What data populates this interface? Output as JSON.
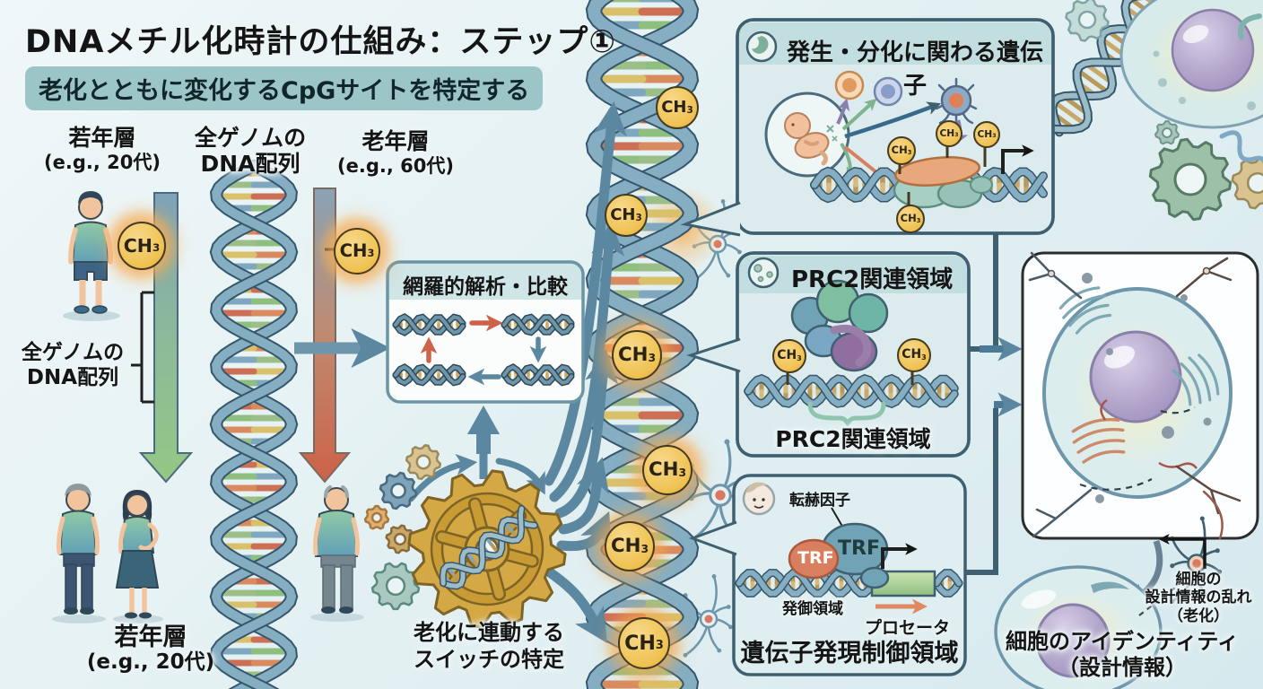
{
  "diagram": {
    "title": "DNAメチル化時計の仕組み：ステップ①",
    "subtitle": "老化とともに変化するCpGサイトを特定する",
    "methyl": {
      "base": "CH",
      "sub": "3"
    },
    "columns": {
      "young": {
        "label": "若年層",
        "example": "(e.g., 20代)"
      },
      "genome": {
        "line1": "全ゲノムの",
        "line2": "DNA配列"
      },
      "old": {
        "label": "老年層",
        "example": "(e.g., 60代)"
      }
    },
    "genome_bracket": {
      "line1": "全ゲノムの",
      "line2": "DNA配列"
    },
    "bottom_young": {
      "label": "若年層",
      "example": "(e.g., 20代)"
    },
    "analysis_box": {
      "title": "網羅的解析・比較"
    },
    "gear_caption": {
      "line1": "老化に連動する",
      "line2": "スイッチの特定"
    },
    "panel_development": {
      "title": "発生・分化に関わる遺伝子",
      "icon": "embryo-icon"
    },
    "panel_prc2": {
      "title": "PRC2関連領域",
      "region_label": "PRC2関連領域",
      "icon": "cell-cluster-icon"
    },
    "panel_regulatory": {
      "tf_label": "転赫因子",
      "trf1": "TRF",
      "trf2": "TRF",
      "region_label": "発御領域",
      "promoter_label": "プロセータ",
      "title": "遺伝子発現制御領域",
      "icon": "face-icon"
    },
    "cell_identity": {
      "line1": "細胞のアイデンティティ",
      "line2": "（設計情報）"
    },
    "cell_disorder": {
      "line1": "細胞の",
      "line2": "設計情報の乱れ",
      "line3": "（老化）"
    },
    "colors": {
      "accent_blue": "#5b87a0",
      "accent_red": "#cc6248",
      "accent_green": "#8fbf7f",
      "methyl_badge": "#efc252",
      "panel_border": "#3f6070",
      "gear_gold": "#d4a845"
    }
  }
}
